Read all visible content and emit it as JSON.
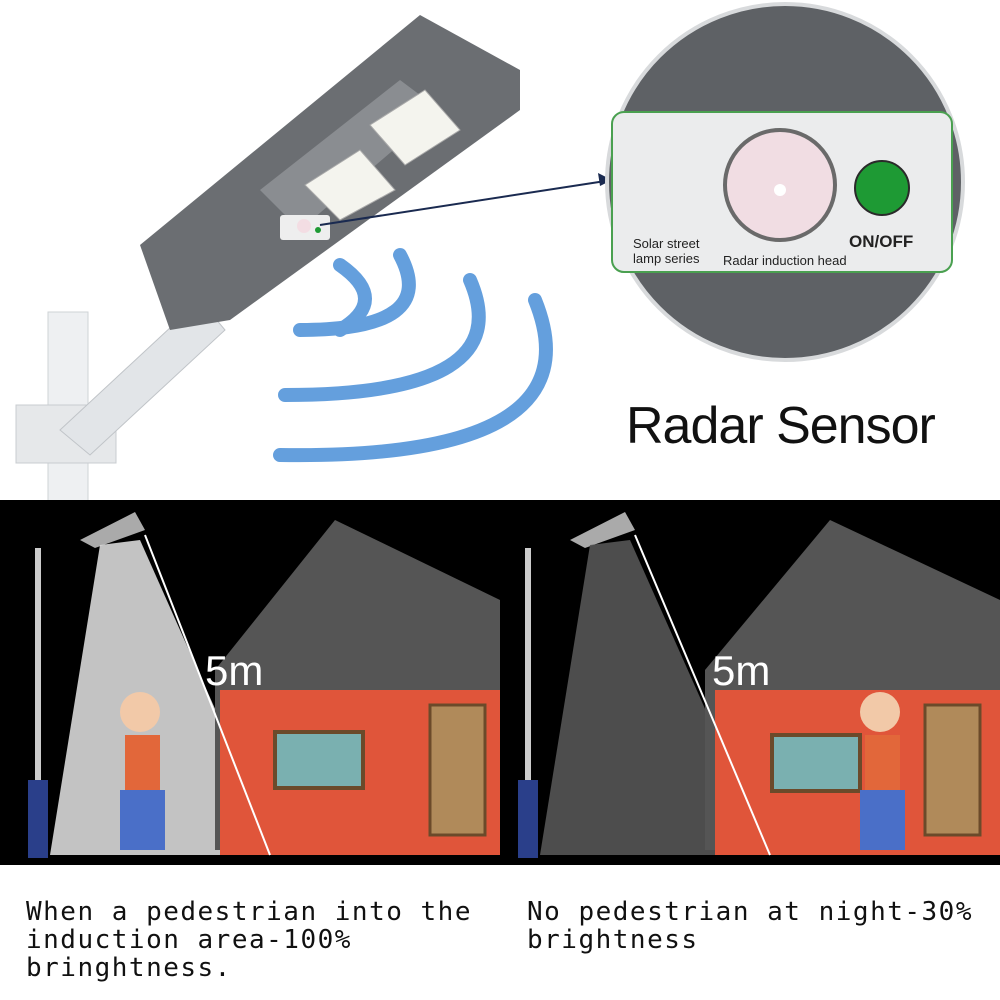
{
  "inset": {
    "series_label_line1": "Solar street",
    "series_label_line2": "lamp series",
    "sensor_label": "Radar induction head",
    "switch_label": "ON/OFF"
  },
  "title": "Radar Sensor",
  "panels": [
    {
      "distance": "5m",
      "caption_lines": [
        "When a pedestrian into the",
        "induction area-100%",
        "bringhtness."
      ],
      "brightness_percent": 100
    },
    {
      "distance": "5m",
      "caption_lines": [
        "No pedestrian at night-30%",
        "brightness"
      ],
      "brightness_percent": 30
    }
  ],
  "colors": {
    "house_wall": "#e0553a",
    "roof": "#5a5a5a",
    "night_bg": "#000000",
    "wave": "#4a8fd8",
    "switch": "#1e9a34"
  }
}
